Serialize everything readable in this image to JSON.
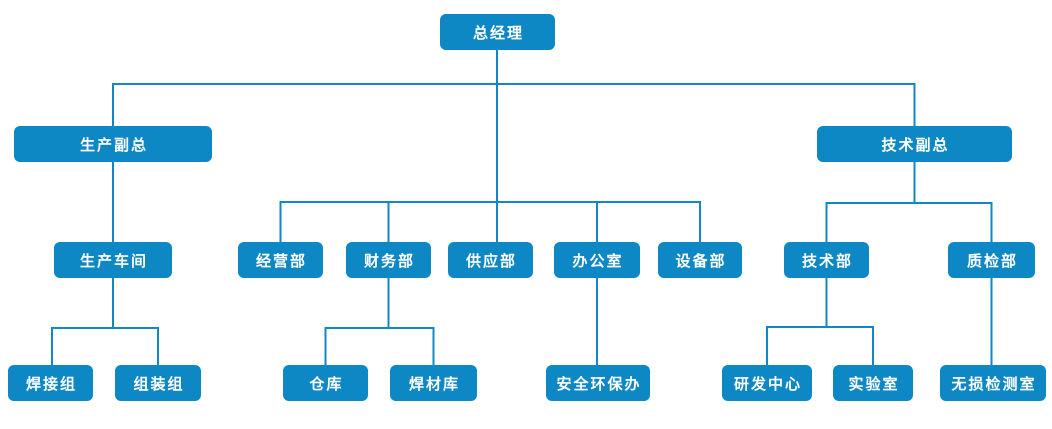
{
  "diagram": {
    "type": "org-chart",
    "colors": {
      "node_fill": "#0e87c5",
      "connector": "#1287c8",
      "node_text": "#ffffff",
      "background": "#ffffff"
    },
    "nodes": {
      "general_manager": {
        "label": "总经理"
      },
      "production_vp": {
        "label": "生产副总"
      },
      "technical_vp": {
        "label": "技术副总"
      },
      "production_workshop": {
        "label": "生产车间"
      },
      "business_dept": {
        "label": "经营部"
      },
      "finance_dept": {
        "label": "财务部"
      },
      "supply_dept": {
        "label": "供应部"
      },
      "office": {
        "label": "办公室"
      },
      "equipment_dept": {
        "label": "设备部"
      },
      "technology_dept": {
        "label": "技术部"
      },
      "quality_dept": {
        "label": "质检部"
      },
      "welding_group": {
        "label": "焊接组"
      },
      "assembly_group": {
        "label": "组装组"
      },
      "warehouse": {
        "label": "仓库"
      },
      "welding_material_warehouse": {
        "label": "焊材库"
      },
      "safety_env_office": {
        "label": "安全环保办"
      },
      "rd_center": {
        "label": "研发中心"
      },
      "laboratory": {
        "label": "实验室"
      },
      "ndt_room": {
        "label": "无损检测室"
      }
    },
    "edges": [
      {
        "from": "general_manager",
        "to": "production_vp"
      },
      {
        "from": "general_manager",
        "to": "technical_vp"
      },
      {
        "from": "general_manager",
        "to": "business_dept"
      },
      {
        "from": "general_manager",
        "to": "finance_dept"
      },
      {
        "from": "general_manager",
        "to": "supply_dept"
      },
      {
        "from": "general_manager",
        "to": "office"
      },
      {
        "from": "general_manager",
        "to": "equipment_dept"
      },
      {
        "from": "production_vp",
        "to": "production_workshop"
      },
      {
        "from": "production_workshop",
        "to": "welding_group"
      },
      {
        "from": "production_workshop",
        "to": "assembly_group"
      },
      {
        "from": "finance_dept",
        "to": "warehouse"
      },
      {
        "from": "finance_dept",
        "to": "welding_material_warehouse"
      },
      {
        "from": "office",
        "to": "safety_env_office"
      },
      {
        "from": "technical_vp",
        "to": "technology_dept"
      },
      {
        "from": "technical_vp",
        "to": "quality_dept"
      },
      {
        "from": "technology_dept",
        "to": "rd_center"
      },
      {
        "from": "technology_dept",
        "to": "laboratory"
      },
      {
        "from": "quality_dept",
        "to": "ndt_room"
      }
    ]
  }
}
